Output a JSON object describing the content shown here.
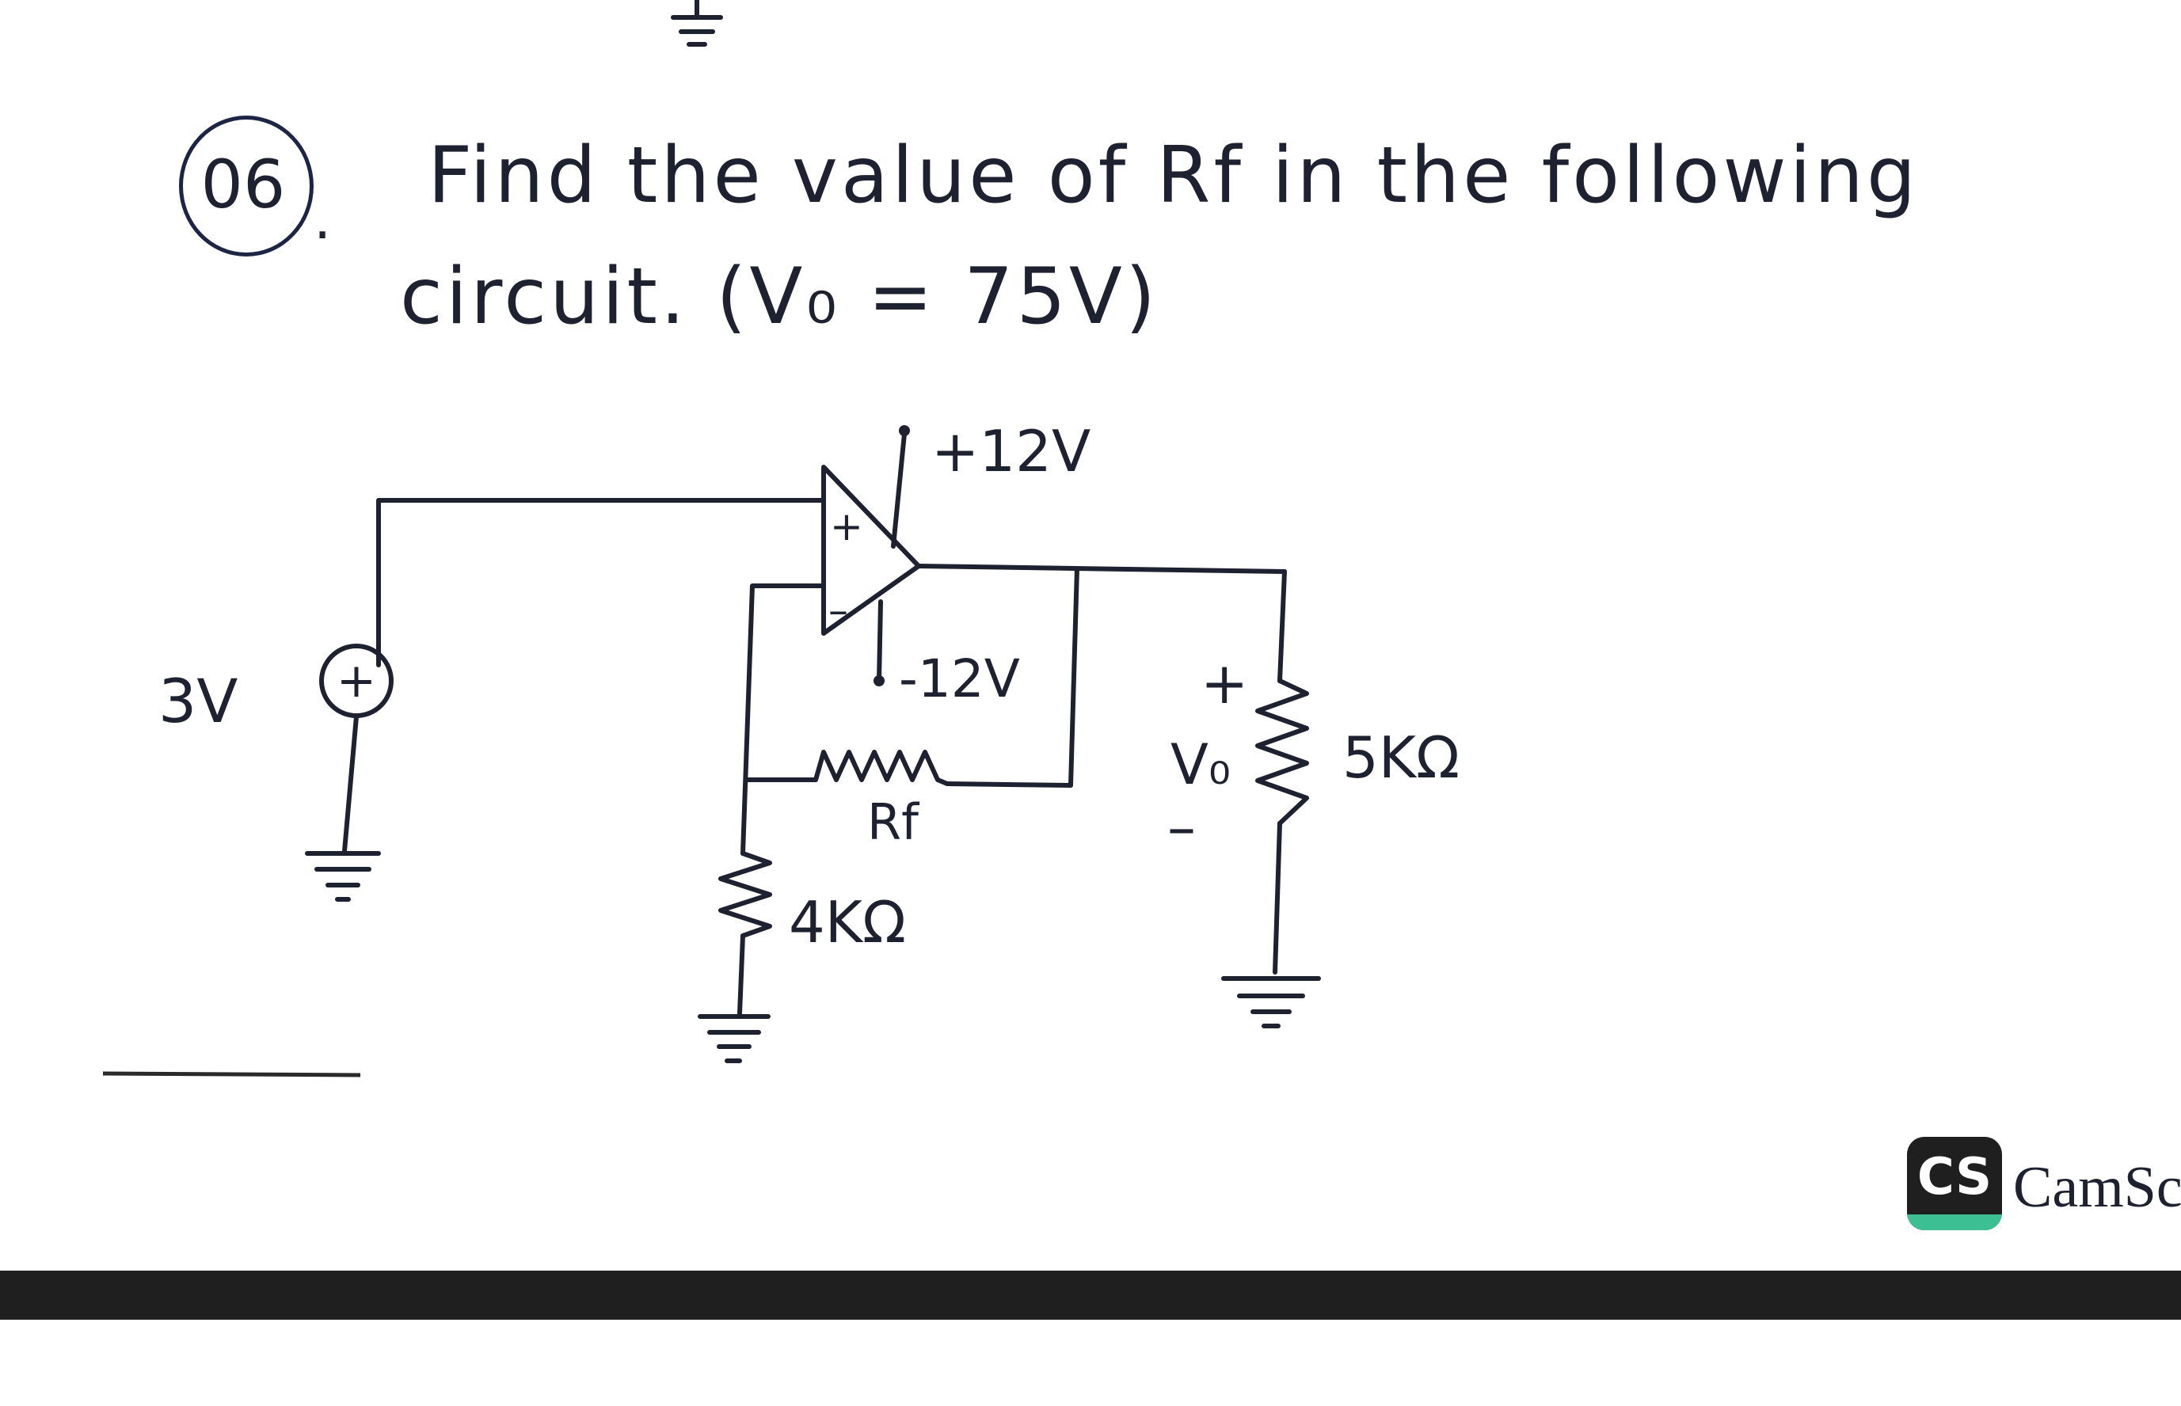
{
  "question": {
    "number": "06",
    "number_suffix": ".",
    "line1": "Find the value of Rf in the following",
    "line2": "circuit. (V₀ = 75V)"
  },
  "circuit": {
    "source_voltage": "3V",
    "source_symbol": "+",
    "opamp_plus": "+",
    "opamp_minus": "–",
    "supply_positive": "+12V",
    "supply_negative": "-12V",
    "feedback_resistor": "Rf",
    "ground_resistor": "4KΩ",
    "load_resistor": "5KΩ",
    "output_label": "V₀",
    "output_plus": "+",
    "output_minus": "–"
  },
  "watermark": {
    "logo": "CS",
    "text": "CamSca"
  }
}
